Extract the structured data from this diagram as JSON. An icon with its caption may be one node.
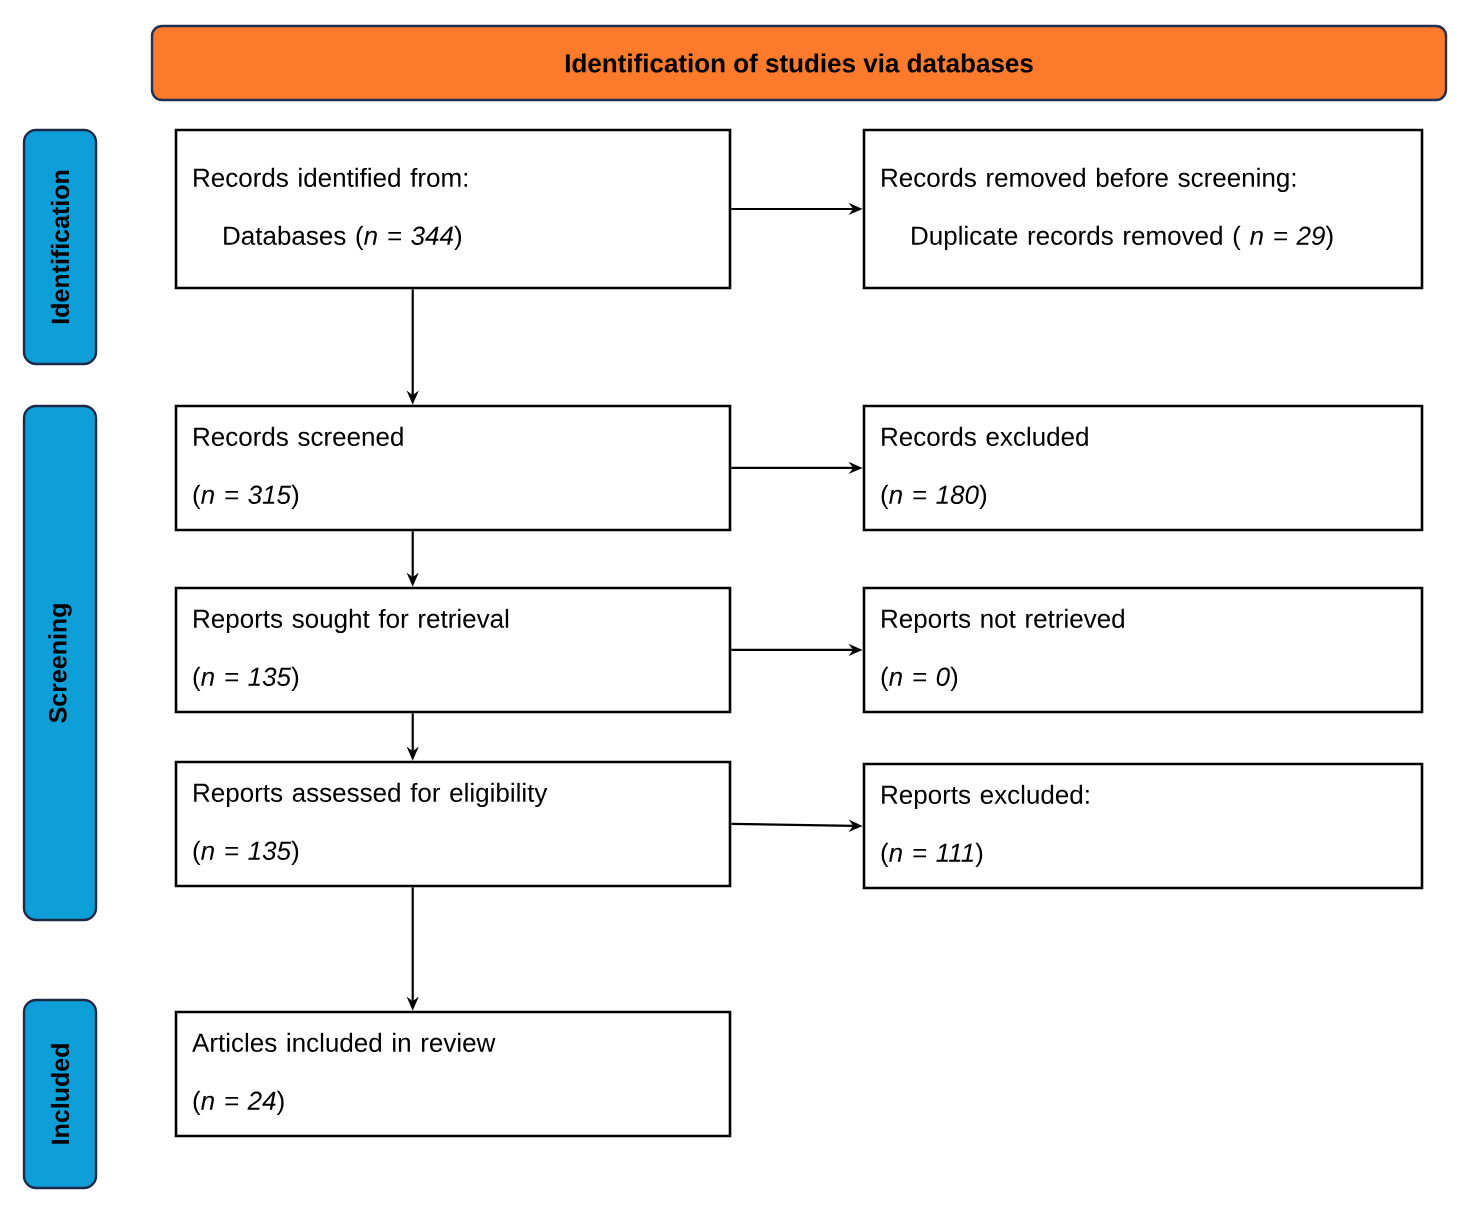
{
  "diagram": {
    "nodes": [
      {
        "text": [
          "Identification of studies via databases"
        ]
      },
      {
        "text": [
          "Identification"
        ]
      },
      {
        "text": [
          "Records identified from:",
          "Databases (*n = 344*)"
        ]
      },
      {
        "text": [
          "Records removed before screening:",
          "Duplicate records removed ( *n = 29*)"
        ]
      },
      {
        "text": [
          "Screening"
        ]
      },
      {
        "text": [
          "Records screened",
          "(*n = 315*)"
        ]
      },
      {
        "text": [
          "Records excluded",
          "(*n = 180*)"
        ]
      },
      {
        "text": [
          "Reports sought for retrieval",
          "(*n = 135*)"
        ]
      },
      {
        "text": [
          "Reports not retrieved",
          "(*n = 0*)"
        ]
      },
      {
        "text": [
          "Reports assessed for eligibility",
          "(*n = 135*)"
        ]
      },
      {
        "text": [
          "Reports excluded:",
          "(*n = 111*)"
        ]
      },
      {
        "text": [
          "Included"
        ]
      },
      {
        "text": [
          "Articles included in review",
          "(*n = 24*)"
        ]
      }
    ],
    "edges": [
      {
        "from": 2,
        "to": 3,
        "arrow": "to"
      },
      {
        "from": 2,
        "to": 5,
        "arrow": "to"
      },
      {
        "from": 5,
        "to": 6,
        "arrow": "to"
      },
      {
        "from": 5,
        "to": 7,
        "arrow": "to"
      },
      {
        "from": 7,
        "to": 8,
        "arrow": "to"
      },
      {
        "from": 7,
        "to": 9,
        "arrow": "to"
      },
      {
        "from": 9,
        "to": 10,
        "arrow": "to"
      },
      {
        "from": 9,
        "to": 12,
        "arrow": "to"
      }
    ]
  }
}
